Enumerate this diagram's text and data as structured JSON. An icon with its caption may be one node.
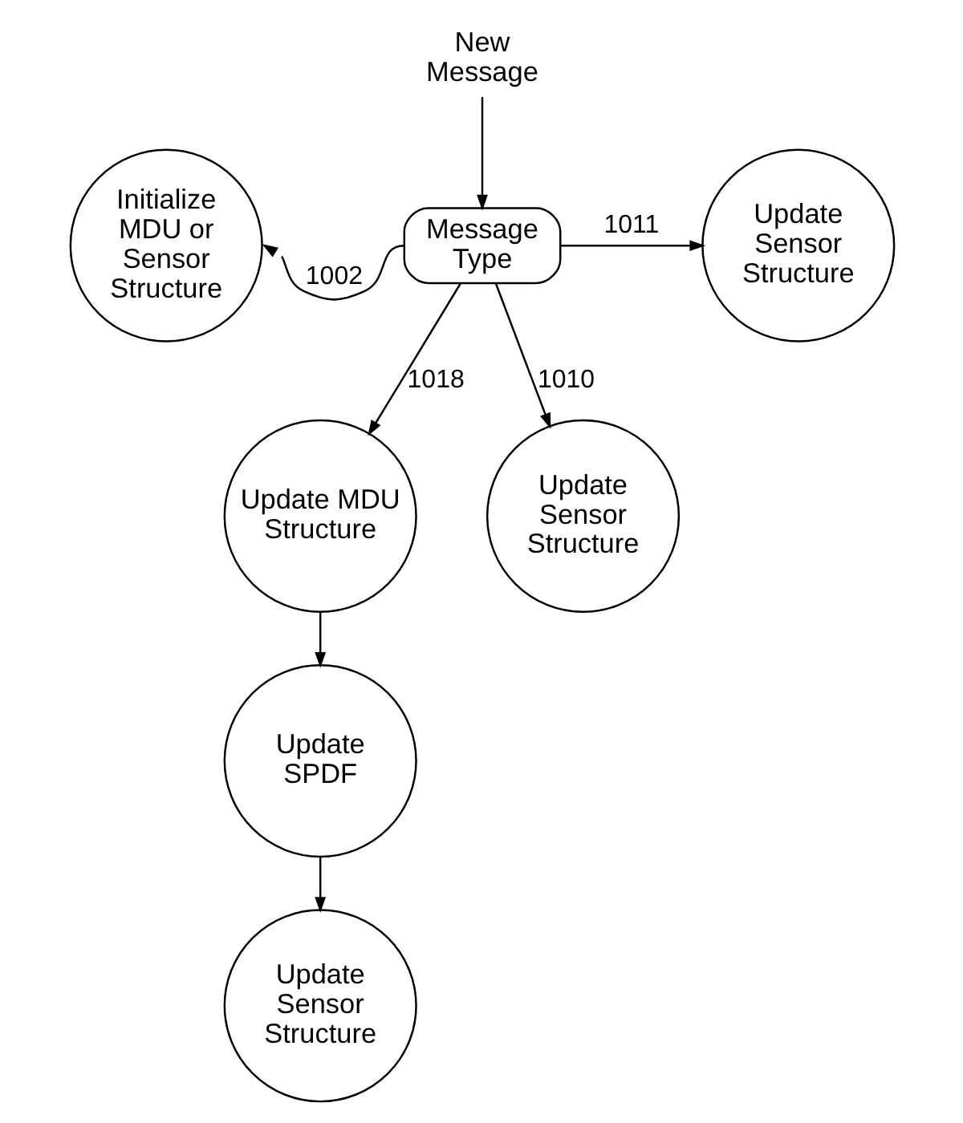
{
  "diagram": {
    "nodes": [
      {
        "text": [
          "New Message"
        ]
      },
      {
        "text": [
          "Message Type"
        ]
      },
      {
        "text": [
          "Initialize MDU or Sensor Structure"
        ]
      },
      {
        "text": [
          "Update Sensor Structure"
        ]
      },
      {
        "text": [
          "Update MDU Structure"
        ]
      },
      {
        "text": [
          "Update Sensor Structure"
        ]
      },
      {
        "text": [
          "Update SPDF"
        ]
      },
      {
        "text": [
          "Update Sensor Structure"
        ]
      }
    ],
    "edges": [
      {
        "from": 0,
        "to": 1,
        "arrow": "to"
      },
      {
        "from": 1,
        "to": 2,
        "arrow": "to",
        "label": "1002"
      },
      {
        "from": 1,
        "to": 3,
        "arrow": "to",
        "label": "1011"
      },
      {
        "from": 1,
        "to": 4,
        "arrow": "to",
        "label": "1018"
      },
      {
        "from": 1,
        "to": 5,
        "arrow": "to",
        "label": "1010"
      },
      {
        "from": 4,
        "to": 6,
        "arrow": "to"
      },
      {
        "from": 6,
        "to": 7,
        "arrow": "to"
      }
    ]
  }
}
